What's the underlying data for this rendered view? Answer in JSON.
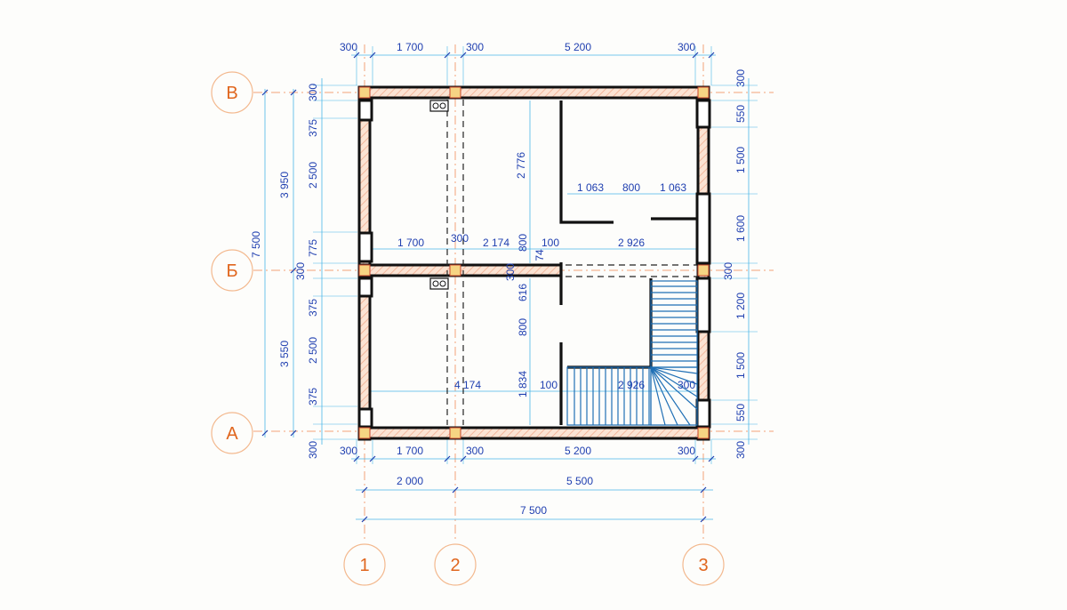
{
  "axes": {
    "letters": [
      "В",
      "Б",
      "А"
    ],
    "numbers": [
      "1",
      "2",
      "3"
    ]
  },
  "dimensions": {
    "top": [
      "300",
      "1 700",
      "300",
      "5 200",
      "300"
    ],
    "bottom_row1": [
      "300",
      "1 700",
      "300",
      "5 200",
      "300"
    ],
    "bottom_row2": [
      "2 000",
      "5 500"
    ],
    "bottom_total": "7 500",
    "left_inner": [
      "300",
      "375",
      "2 500",
      "775",
      "300",
      "375",
      "2 500",
      "375",
      "300"
    ],
    "left_mid": [
      "3 950",
      "3 550"
    ],
    "left_total": "7 500",
    "right": [
      "300",
      "550",
      "1 500",
      "1 600",
      "300",
      "1 200",
      "1 500",
      "550",
      "300"
    ],
    "interior": {
      "upper_top_width": "2 776",
      "door_left": "1 063",
      "door_width": "800",
      "door_right": "1 063",
      "mid_left_width": "1 700",
      "mid_post": "300",
      "mid_hall": "2 174",
      "mid_wall_gap": "100",
      "mid_right_width": "2 926",
      "vert_800_upper": "800",
      "vert_74": "74",
      "vert_300": "300",
      "vert_616": "616",
      "vert_800_lower": "800",
      "vert_1834": "1 834",
      "lower_total": "4 174",
      "lower_wall": "100",
      "lower_stair_width": "2 926",
      "lower_right": "300"
    }
  },
  "colors": {
    "axis": "#f2a27a",
    "axis_label": "#e0661e",
    "dimension_text": "#1f3fb0",
    "dimension_line": "#49b6e8",
    "wall_outline": "#111111",
    "post_fill": "#f6d483",
    "stair": "#1f6fb5"
  },
  "icons": [
    "stove-icon",
    "stove-icon"
  ]
}
